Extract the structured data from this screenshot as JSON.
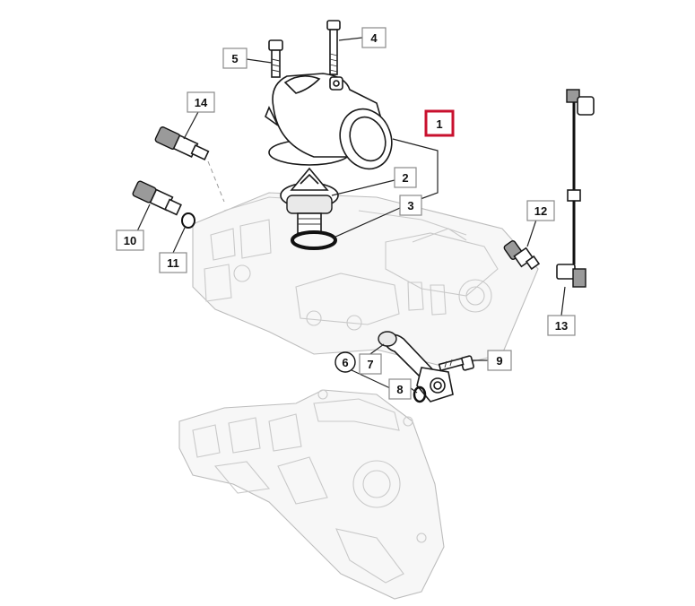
{
  "callouts": [
    {
      "id": "callout-1",
      "label": "1",
      "highlight": true
    },
    {
      "id": "callout-2",
      "label": "2"
    },
    {
      "id": "callout-3",
      "label": "3"
    },
    {
      "id": "callout-4",
      "label": "4"
    },
    {
      "id": "callout-5",
      "label": "5"
    },
    {
      "id": "callout-6",
      "label": "6",
      "round": true
    },
    {
      "id": "callout-7",
      "label": "7"
    },
    {
      "id": "callout-8",
      "label": "8"
    },
    {
      "id": "callout-9",
      "label": "9"
    },
    {
      "id": "callout-10",
      "label": "10"
    },
    {
      "id": "callout-11",
      "label": "11"
    },
    {
      "id": "callout-12",
      "label": "12"
    },
    {
      "id": "callout-13",
      "label": "13"
    },
    {
      "id": "callout-14",
      "label": "14"
    }
  ],
  "colors": {
    "highlight_border": "#c8102e",
    "callout_border": "#8a8a8a",
    "line": "#222222",
    "ghost_line": "#c9c9c9"
  }
}
